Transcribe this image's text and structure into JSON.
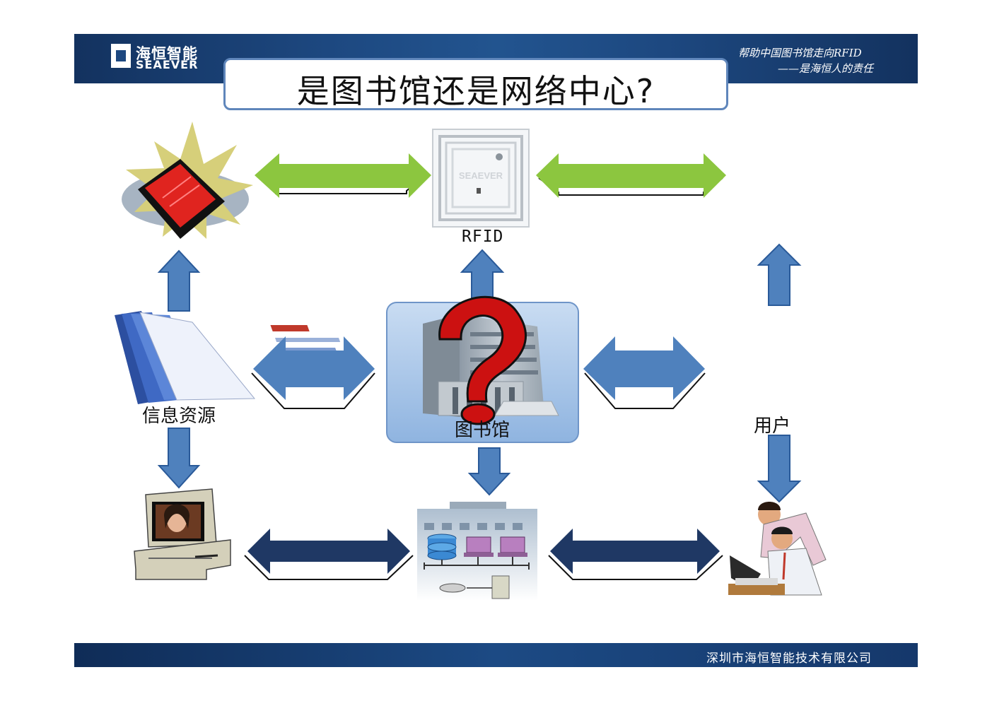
{
  "header": {
    "logo_cn": "海恒智能",
    "logo_en": "SEAEVER",
    "slogan_line1": "帮助中国图书馆走向RFID",
    "slogan_line2": "——是海恒人的责任"
  },
  "title": "是图书馆还是网络中心?",
  "nodes": {
    "rfid_tag_text": "SEAEVER",
    "rfid_label": "RFID",
    "info_label": "信息资源",
    "library_label": "图书馆",
    "user_label": "用户"
  },
  "footer": {
    "company": "深圳市海恒智能技术有限公司"
  },
  "colors": {
    "header_blue": "#1d4880",
    "green_arrow": "#8cc63f",
    "mid_arrow": "#4f81bd",
    "dark_arrow": "#1f3864",
    "question_red": "#cc1111"
  }
}
